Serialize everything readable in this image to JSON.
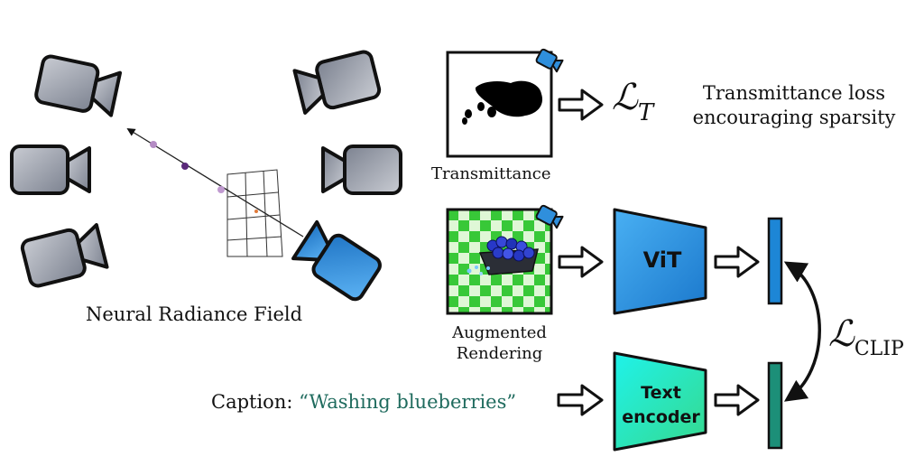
{
  "nerf_label": "Neural Radiance Field",
  "transmittance_label": "Transmittance",
  "transmittance_loss_symbol": "ℒ",
  "transmittance_loss_subscript": "T",
  "transmittance_loss_description_line1": "Transmittance loss",
  "transmittance_loss_description_line2": "encouraging sparsity",
  "augmented_label_line1": "Augmented",
  "augmented_label_line2": "Rendering",
  "vit_label": "ViT",
  "text_encoder_line1": "Text",
  "text_encoder_line2": "encoder",
  "clip_loss_symbol": "ℒ",
  "clip_loss_subscript": "CLIP",
  "caption_prefix": "Caption:",
  "caption_text": "“Washing blueberries”",
  "colors": {
    "camera_gray": "#8f96a3",
    "camera_blue": "#2f8fdc",
    "vit_blue": "#2a93e0",
    "text_encoder_green": "#2fe3b5",
    "caption_teal": "#1f6b5e",
    "image_embedding": "#1d86d6",
    "text_embedding": "#1c8f78",
    "checker_green": "#37c837"
  }
}
